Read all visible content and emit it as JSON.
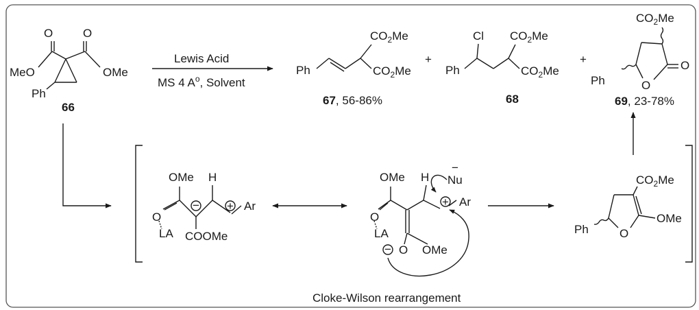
{
  "reaction": {
    "reagent_top": "Lewis Acid",
    "reagent_bottom": "MS 4 A",
    "reagent_deg": "o",
    "reagent_solvent": ", Solvent",
    "plus": "+"
  },
  "sm": {
    "meo": "MeO",
    "ome": "OMe",
    "o": "O",
    "ph": "Ph",
    "number": "66"
  },
  "p67": {
    "co2me_main": "CO",
    "co2me_sub": "2",
    "co2me_tail": "Me",
    "ph": "Ph",
    "number": "67",
    "yield": ", 56-86%"
  },
  "p68": {
    "cl": "Cl",
    "ph": "Ph",
    "co2me_main": "CO",
    "co2me_sub": "2",
    "co2me_tail": "Me",
    "number": "68"
  },
  "p69": {
    "co2me_main": "CO",
    "co2me_sub": "2",
    "co2me_tail": "Me",
    "ph": "Ph",
    "o": "O",
    "number": "69",
    "yield": ", 23-78%"
  },
  "int1": {
    "ome": "OMe",
    "h": "H",
    "o": "O",
    "la": "LA",
    "coome": "COOMe",
    "ar": "Ar",
    "minus": "−",
    "plus": "+"
  },
  "int2": {
    "ome_top": "OMe",
    "h": "H",
    "nu": "Nu",
    "nu_charge": "−",
    "o": "O",
    "la": "LA",
    "ar": "Ar",
    "o_bottom": "O",
    "ome_bottom": "OMe",
    "plus": "+",
    "minus": "−"
  },
  "int3": {
    "co2me_main": "CO",
    "co2me_sub": "2",
    "co2me_tail": "Me",
    "ome": "OMe",
    "ph": "Ph",
    "o": "O"
  },
  "caption": "Cloke-Wilson rearrangement"
}
